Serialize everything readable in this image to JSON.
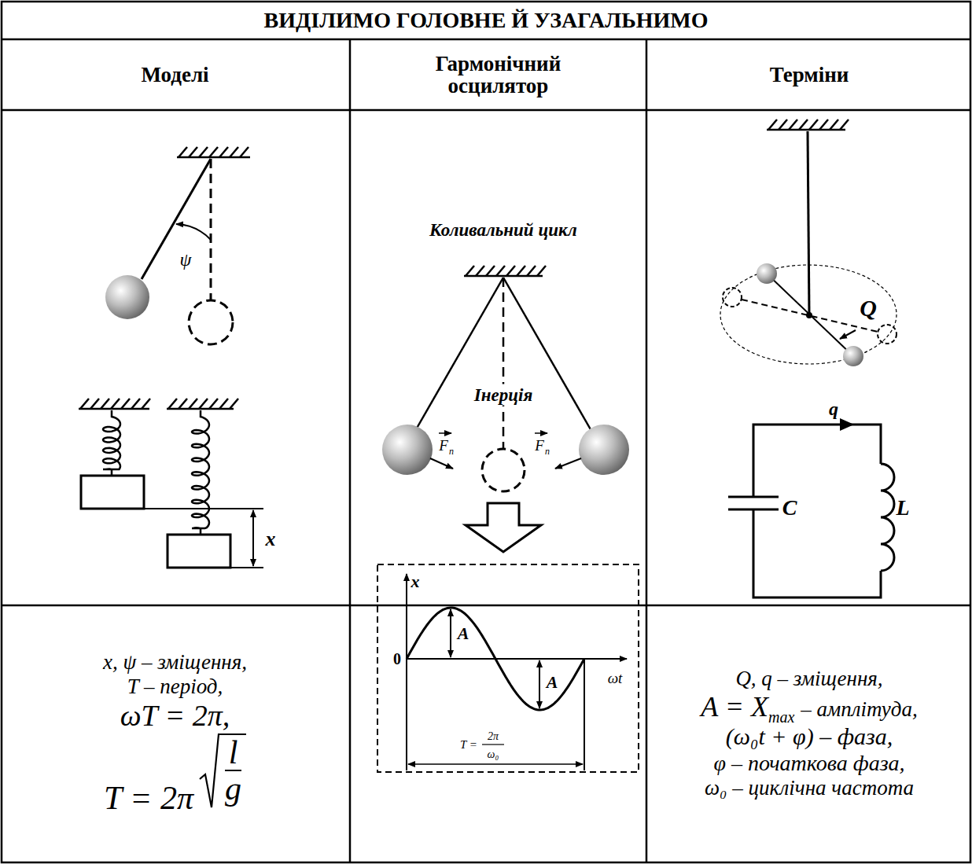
{
  "diagram": {
    "title": "ВИДІЛИМО ГОЛОВНЕ Й УЗАГАЛЬНИМО",
    "nodes": [
      {
        "text": [
          "Моделі"
        ]
      },
      {
        "text": [
          "Гармонічний осцилятор"
        ]
      },
      {
        "text": [
          "Терміни"
        ]
      },
      {
        "text": [
          "x, ψ – зміщення,",
          "T – період,",
          "ωT = 2π,",
          "T = 2π",
          "l",
          "g"
        ]
      },
      {
        "text": [
          "Q, q – зміщення,",
          "A = X",
          "max",
          "– амплітуда,",
          "(ω₀t + φ) – фаза,",
          "φ – початкова фаза,",
          "ω₀ – циклічна частота"
        ]
      }
    ],
    "labels": [
      "ψ",
      "x",
      "Коливальний цикл",
      "Інерція",
      "F",
      "п",
      "F",
      "п",
      "x",
      "0",
      "A",
      "A",
      "ωt",
      "T =",
      "2π",
      "ω₀",
      "Q",
      "q",
      "C",
      "L"
    ]
  }
}
